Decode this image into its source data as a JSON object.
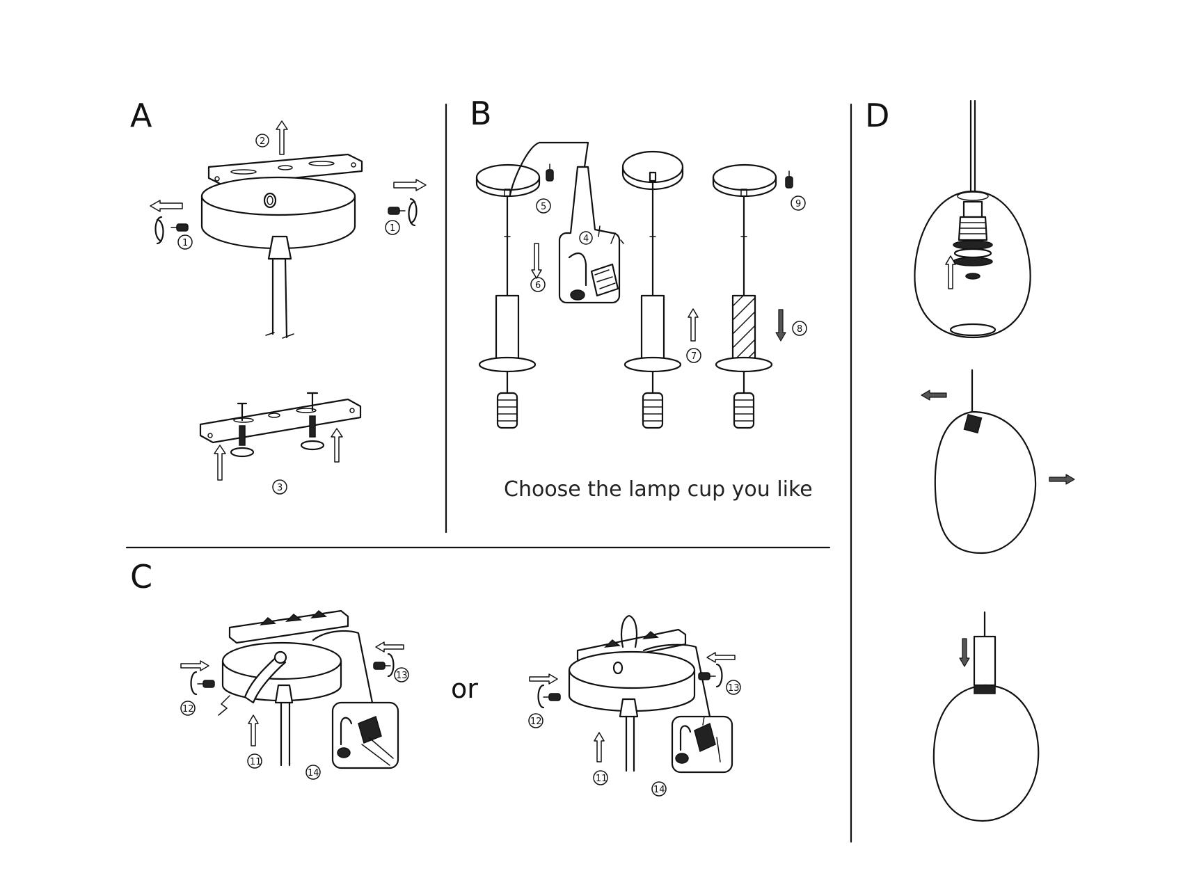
{
  "panels": {
    "a": {
      "letter": "A"
    },
    "b": {
      "letter": "B",
      "caption": "Choose the lamp cup you like"
    },
    "c": {
      "letter": "C",
      "separator": "or"
    },
    "d": {
      "letter": "D"
    }
  },
  "colors": {
    "line": "#111111",
    "background": "#ffffff"
  },
  "icons": [
    "screw-icon",
    "rotate-icon",
    "arrow-icon",
    "step-number-icon"
  ]
}
